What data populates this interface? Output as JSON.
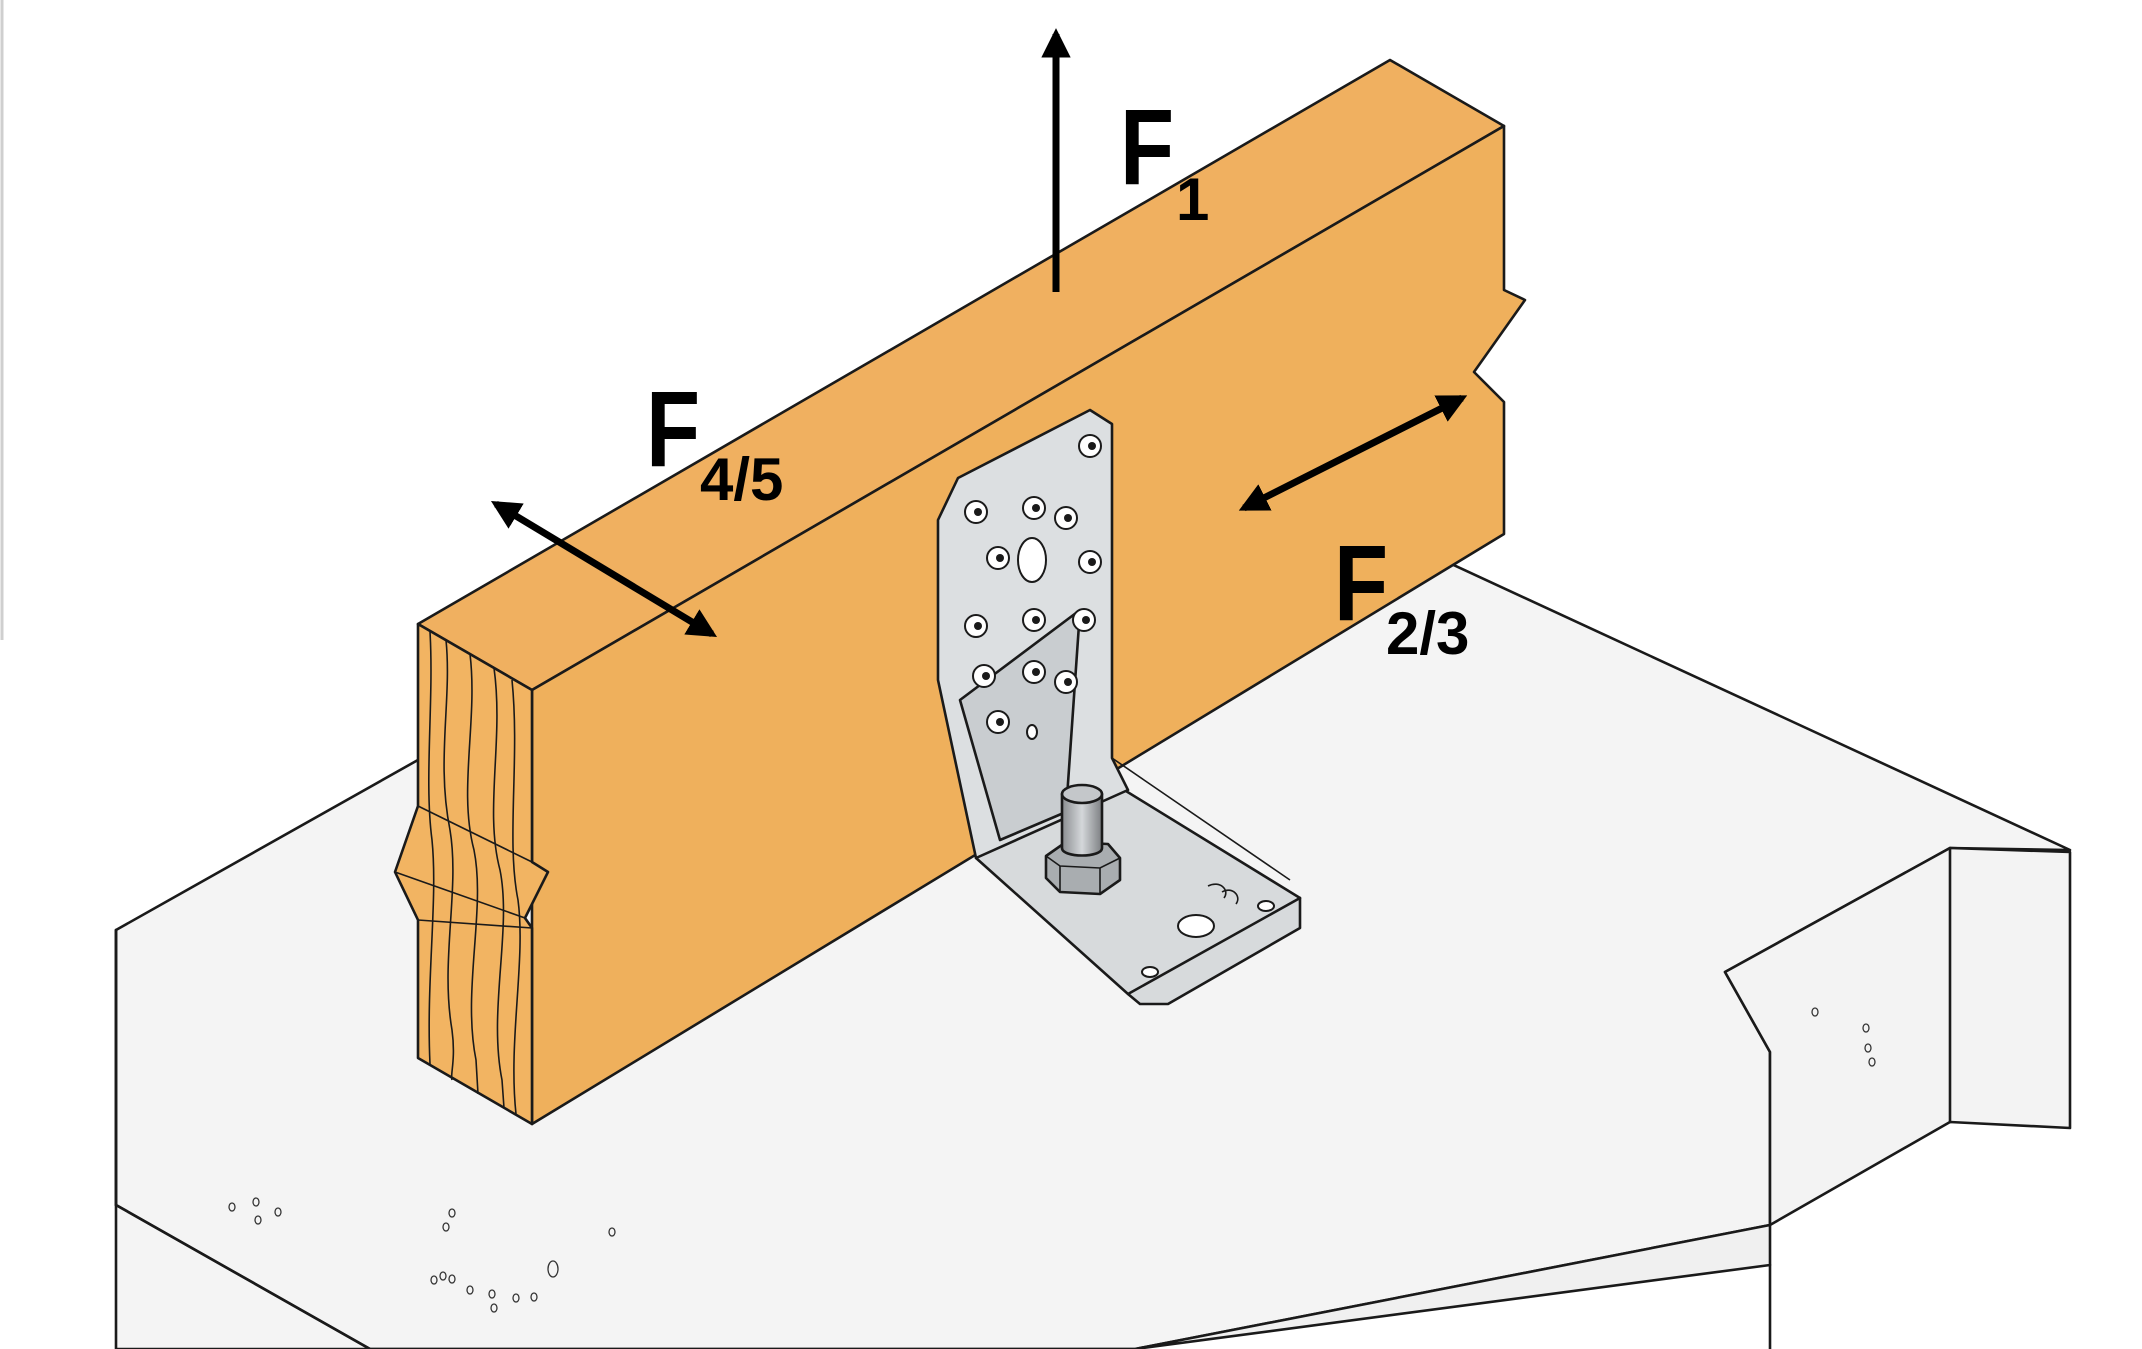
{
  "colors": {
    "timber_top": "#f0b060",
    "timber_front": "#efb05c",
    "timber_end": "#f2b462",
    "concrete": "#f5f5f5",
    "bracket": "#dadddf",
    "bracket_edge": "#b9bdc0",
    "arrow": "#000000"
  },
  "labels": {
    "f1": {
      "main": "F",
      "sub": "1"
    },
    "f23": {
      "main": "F",
      "sub": "2/3"
    },
    "f45": {
      "main": "F",
      "sub": "4/5"
    }
  },
  "icons": {
    "uplift": "arrow-up-icon",
    "lateral": "double-arrow-icon",
    "transverse": "double-arrow-icon",
    "fastener": "anchor-bolt-icon"
  }
}
